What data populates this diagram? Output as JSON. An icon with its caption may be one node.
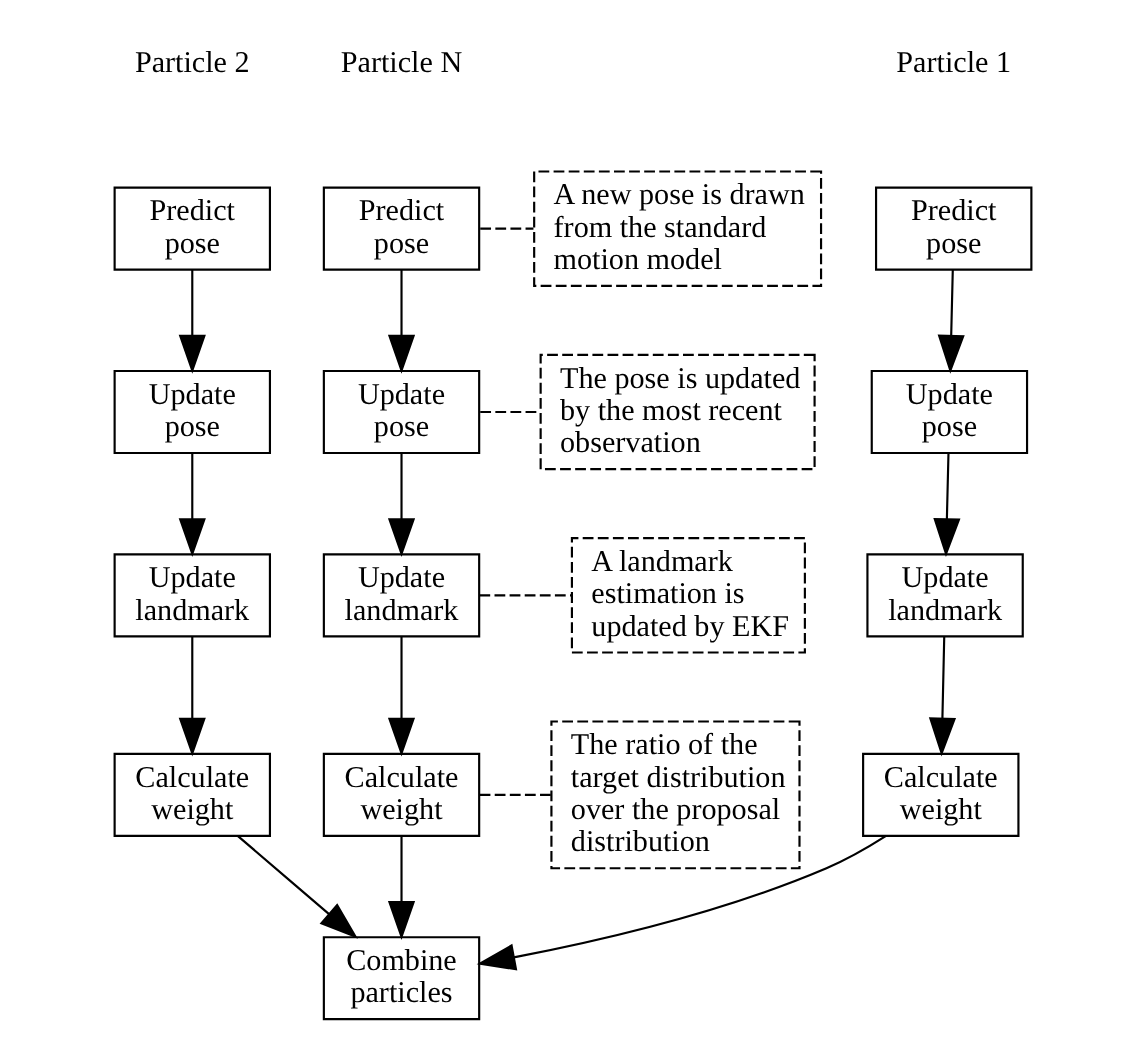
{
  "diagram": {
    "nodes": [
      {
        "text": [
          "Predict pose"
        ]
      },
      {
        "text": [
          "Update pose"
        ]
      },
      {
        "text": [
          "Update landmark"
        ]
      },
      {
        "text": [
          "Calculate weight"
        ]
      },
      {
        "text": [
          "Predict pose"
        ]
      },
      {
        "text": [
          "Update pose"
        ]
      },
      {
        "text": [
          "Update landmark"
        ]
      },
      {
        "text": [
          "Calculate weight"
        ]
      },
      {
        "text": [
          "Predict pose"
        ]
      },
      {
        "text": [
          "Update pose"
        ]
      },
      {
        "text": [
          "Update landmark"
        ]
      },
      {
        "text": [
          "Calculate weight"
        ]
      },
      {
        "text": [
          "Combine particles"
        ]
      },
      {
        "text": [
          "A new pose is drawn from the standard motion model"
        ]
      },
      {
        "text": [
          "The pose is updated by the most recent observation"
        ]
      },
      {
        "text": [
          "A landmark estimation is updated by EKF"
        ]
      },
      {
        "text": [
          "The ratio of the target distribution over the proposal distribution"
        ]
      }
    ],
    "edges": [
      {
        "from": 0,
        "to": 1,
        "arrow": "to"
      },
      {
        "from": 1,
        "to": 2,
        "arrow": "to"
      },
      {
        "from": 2,
        "to": 3,
        "arrow": "to"
      },
      {
        "from": 4,
        "to": 5,
        "arrow": "to"
      },
      {
        "from": 5,
        "to": 6,
        "arrow": "to"
      },
      {
        "from": 6,
        "to": 7,
        "arrow": "to"
      },
      {
        "from": 8,
        "to": 9,
        "arrow": "to"
      },
      {
        "from": 9,
        "to": 10,
        "arrow": "to"
      },
      {
        "from": 10,
        "to": 11,
        "arrow": "to"
      },
      {
        "from": 3,
        "to": 12,
        "arrow": "to"
      },
      {
        "from": 7,
        "to": 12,
        "arrow": "to"
      },
      {
        "from": 11,
        "to": 12,
        "arrow": "to"
      },
      {
        "from": 8,
        "to": 13,
        "arrow": "none",
        "style": "dashed"
      },
      {
        "from": 9,
        "to": 14,
        "arrow": "none",
        "style": "dashed"
      },
      {
        "from": 10,
        "to": 15,
        "arrow": "none",
        "style": "dashed"
      },
      {
        "from": 11,
        "to": 16,
        "arrow": "none",
        "style": "dashed"
      }
    ],
    "labels": [
      "Particle 1",
      "Particle 2",
      "Particle N"
    ]
  }
}
